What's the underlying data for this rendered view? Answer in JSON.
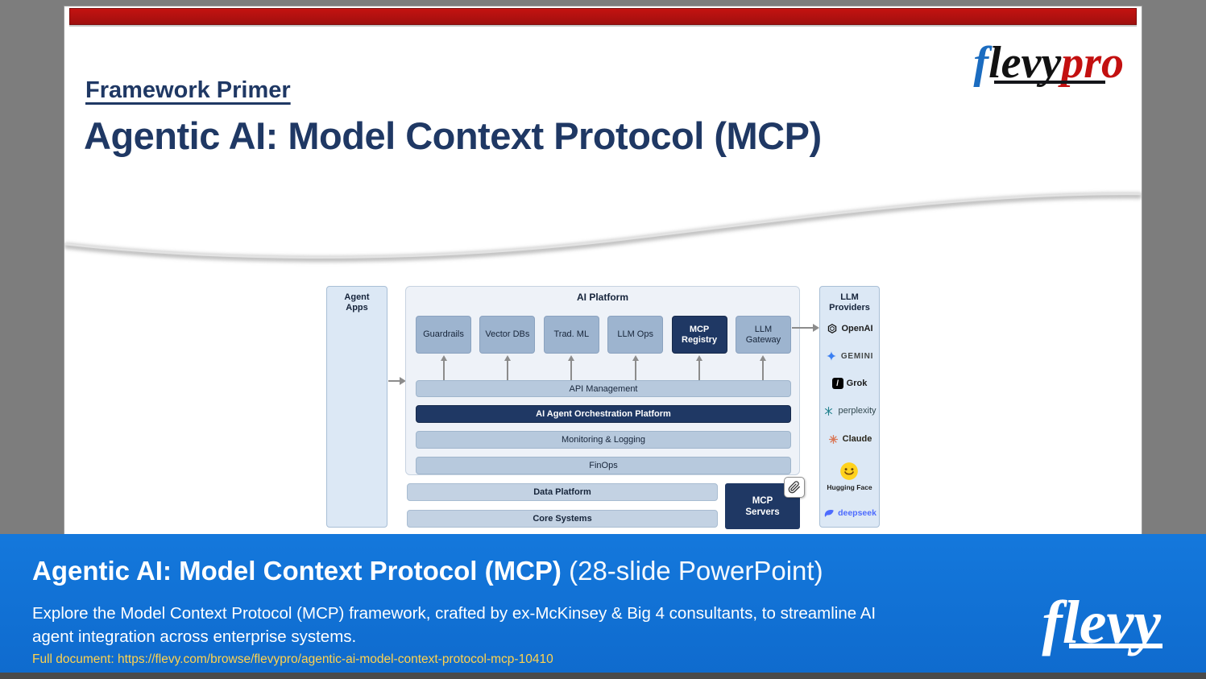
{
  "slide": {
    "eyebrow": "Framework Primer",
    "title": "Agentic AI: Model Context Protocol (MCP)",
    "brand": {
      "f": "f",
      "levy": "levy",
      "pro": "pro"
    }
  },
  "diagram": {
    "agent_apps_label": "Agent Apps",
    "ai_platform_label": "AI Platform",
    "modules": [
      "Guardrails",
      "Vector DBs",
      "Trad. ML",
      "LLM Ops",
      "MCP Registry",
      "LLM Gateway"
    ],
    "bars": {
      "api": "API Management",
      "orchestration": "AI Agent Orchestration Platform",
      "monitoring": "Monitoring & Logging",
      "finops": "FinOps"
    },
    "foundation": {
      "data": "Data Platform",
      "core": "Core Systems"
    },
    "mcp_servers_label": "MCP Servers",
    "llm_providers_label": "LLM Providers",
    "providers": [
      "OpenAI",
      "GEMINI",
      "Grok",
      "perplexity",
      "Claude",
      "Hugging Face",
      "deepseek"
    ]
  },
  "banner": {
    "title_bold": "Agentic AI: Model Context Protocol (MCP)",
    "title_suffix": " (28-slide PowerPoint)",
    "description": "Explore the Model Context Protocol (MCP) framework, crafted by ex-McKinsey & Big 4 consultants, to streamline AI agent integration across enterprise systems.",
    "link": "Full document: https://flevy.com/browse/flevypro/agentic-ai-model-context-protocol-mcp-10410",
    "brand": {
      "f": "f",
      "levy": "levy"
    }
  },
  "colors": {
    "accent_red": "#b51413",
    "navy": "#1f3864",
    "module_blue": "#9db4cf",
    "banner_blue": "#1173d4",
    "link_yellow": "#ffd24d"
  }
}
